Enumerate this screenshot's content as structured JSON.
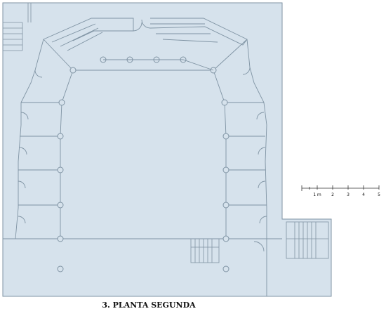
{
  "caption": "3. PLANTA SEGUNDA",
  "scale_bar": {
    "unit_label": "1 m",
    "tick_labels": [
      "1 m",
      "2",
      "3",
      "4",
      "5"
    ]
  },
  "colors": {
    "floor_fill": "#d6e2ec",
    "wall_line": "#7f93a3",
    "background": "#ffffff",
    "text": "#111111"
  }
}
